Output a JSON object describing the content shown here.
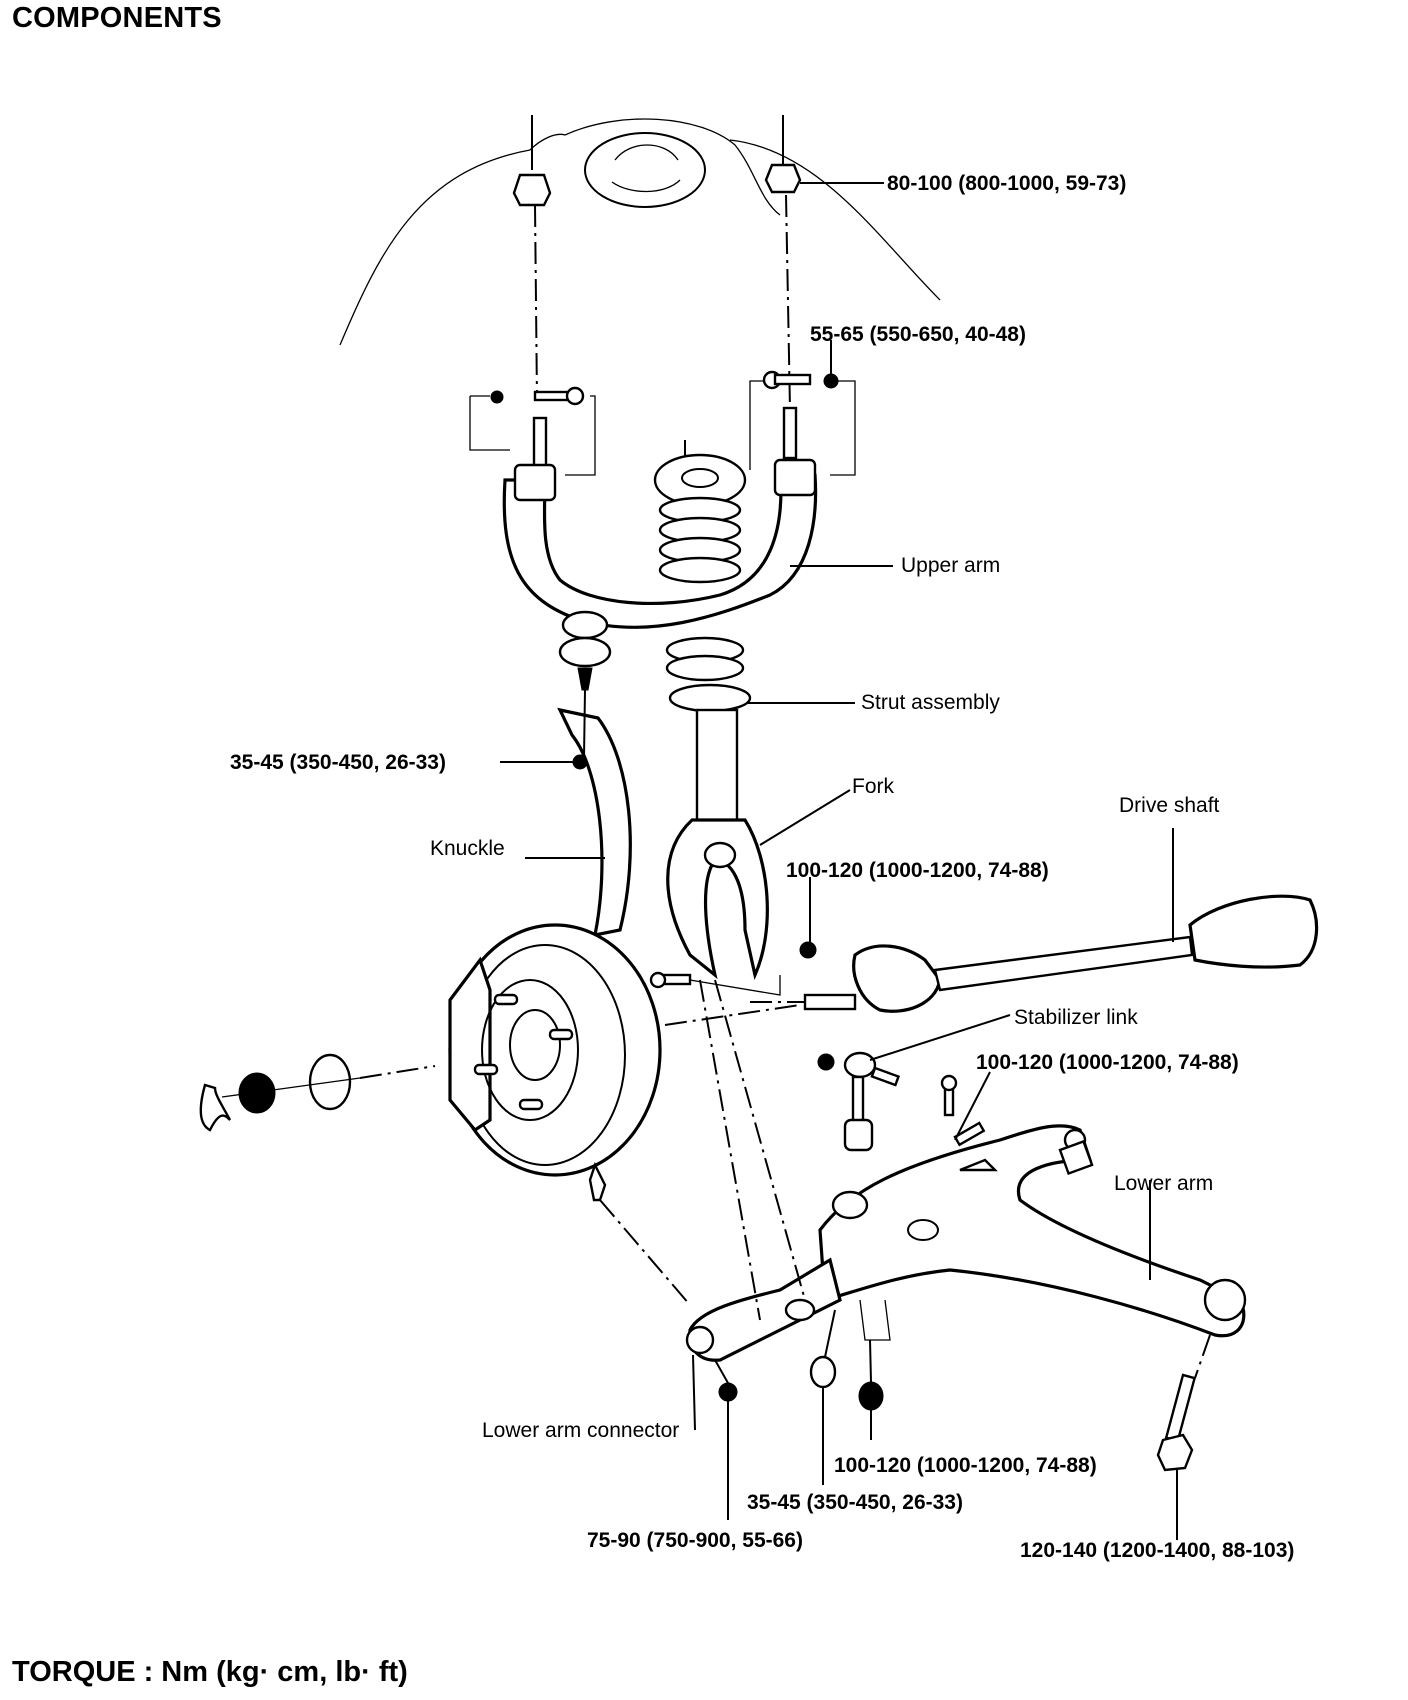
{
  "title": "COMPONENTS",
  "footer": "TORQUE : Nm (kg· cm, lb· ft)",
  "part_labels": {
    "upper_arm": "Upper arm",
    "strut_assembly": "Strut assembly",
    "fork": "Fork",
    "drive_shaft": "Drive shaft",
    "knuckle": "Knuckle",
    "stabilizer_link": "Stabilizer link",
    "lower_arm": "Lower arm",
    "lower_arm_connector": "Lower arm connector"
  },
  "torque_specs": {
    "strut_top_nut": "80-100 (800-1000, 59-73)",
    "upper_arm_bolt": "55-65 (550-650, 40-48)",
    "upper_ball_joint_nut": "35-45 (350-450, 26-33)",
    "fork_nut": "100-120 (1000-1200, 74-88)",
    "stabilizer_link_nut": "100-120 (1000-1200, 74-88)",
    "lower_arm_nut": "100-120 (1000-1200, 74-88)",
    "connector_nut": "35-45 (350-450, 26-33)",
    "lower_arm_connector_nut": "75-90 (750-900, 55-66)",
    "lower_arm_bolt": "120-140 (1200-1400, 88-103)"
  }
}
